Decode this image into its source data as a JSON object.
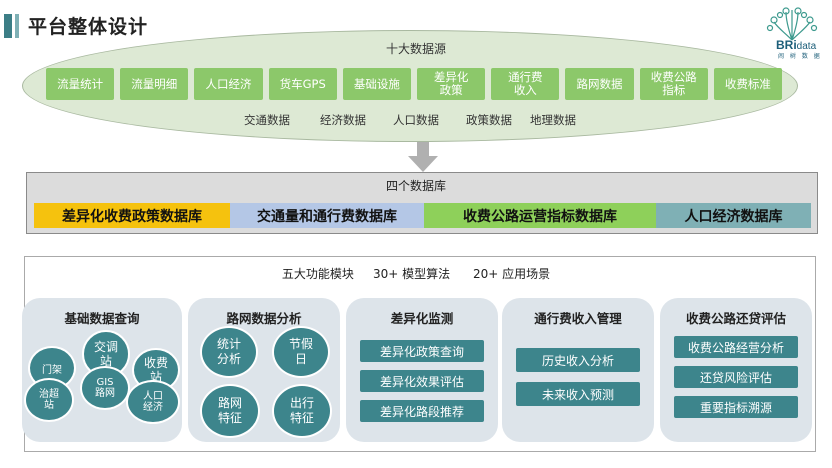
{
  "page_title": "平台整体设计",
  "logo": {
    "text_main": "BRi",
    "text_small": "data",
    "subtitle": "闹 树 数 据"
  },
  "sources": {
    "title": "十大数据源",
    "items": [
      "流量统计",
      "流量明细",
      "人口经济",
      "货车GPS",
      "基础设施",
      "差异化\n政策",
      "通行费\n收入",
      "路网数据",
      "收费公路\n指标",
      "收费标准"
    ],
    "categories": [
      "交通数据",
      "经济数据",
      "人口数据",
      "政策数据",
      "地理数据"
    ]
  },
  "databases": {
    "title": "四个数据库",
    "items": [
      {
        "label": "差异化收费政策数据库",
        "color": "#f5c20e"
      },
      {
        "label": "交通量和通行费数据库",
        "color": "#b4c7e6"
      },
      {
        "label": "收费公路运营指标数据库",
        "color": "#8ed05a"
      },
      {
        "label": "人口经济数据库",
        "color": "#7fb0b5"
      }
    ]
  },
  "functions": {
    "title_modules": "五大功能模块",
    "title_algorithms": "30+ 模型算法",
    "title_scenarios": "20+ 应用场景",
    "modules": [
      {
        "title": "基础数据查询",
        "bubbles": [
          "交调\n站",
          "门架",
          "收费\n站",
          "GIS\n路网",
          "治超\n站",
          "人口\n经济"
        ]
      },
      {
        "title": "路网数据分析",
        "bubbles": [
          "统计\n分析",
          "节假\n日",
          "路网\n特征",
          "出行\n特征"
        ]
      },
      {
        "title": "差异化监测",
        "items": [
          "差异化政策查询",
          "差异化效果评估",
          "差异化路段推荐"
        ]
      },
      {
        "title": "通行费收入管理",
        "items": [
          "历史收入分析",
          "未来收入预测"
        ]
      },
      {
        "title": "收费公路还贷评估",
        "items": [
          "收费公路经营分析",
          "还贷风险评估",
          "重要指标溯源"
        ]
      }
    ]
  },
  "colors": {
    "accent": "#3d858c",
    "source_green": "#8cc86a",
    "ellipse_bg": "#dde9d4",
    "module_bg": "#dde4ea"
  }
}
